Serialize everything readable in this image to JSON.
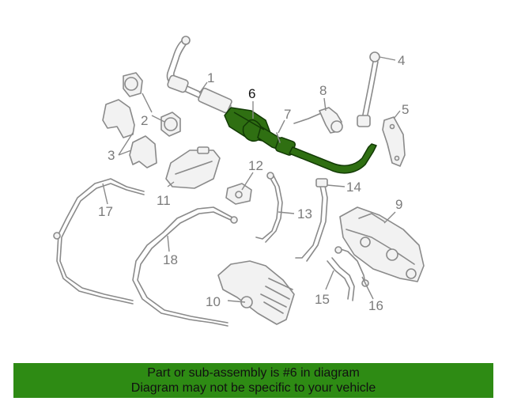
{
  "diagram": {
    "callouts": [
      "1",
      "2",
      "3",
      "4",
      "5",
      "6",
      "7",
      "8",
      "9",
      "10",
      "11",
      "12",
      "13",
      "14",
      "15",
      "16",
      "17",
      "18"
    ],
    "highlighted": "6",
    "colors": {
      "highlight": "#2f6f12",
      "part_stroke": "#8a8a8a",
      "banner": "#2e8b14"
    }
  },
  "banner": {
    "line1": "Part or sub-assembly is #6 in diagram",
    "line2": "Diagram may not be specific to your vehicle"
  }
}
